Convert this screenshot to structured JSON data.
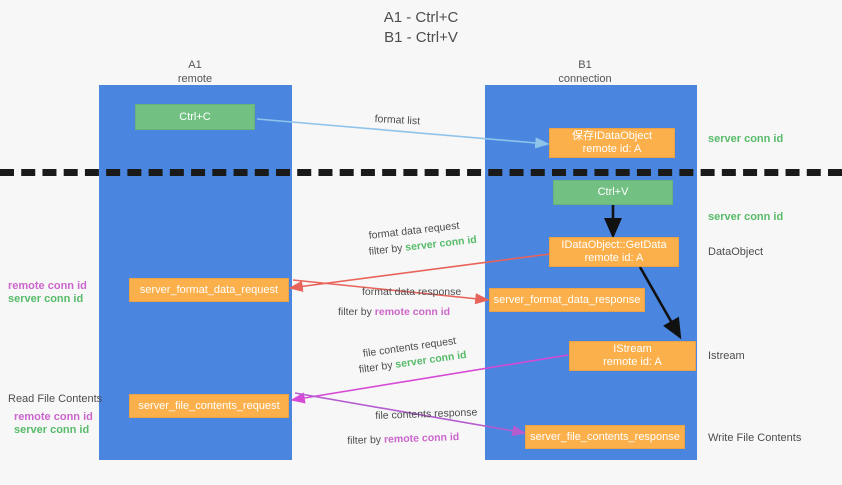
{
  "title": {
    "line1": "A1 - Ctrl+C",
    "line2": "B1 - Ctrl+V"
  },
  "lanes": [
    {
      "id": "a1",
      "name": "A1",
      "sub": "remote",
      "color": "#4a86e0"
    },
    {
      "id": "b1",
      "name": "B1",
      "sub": "connection",
      "color": "#4a86e0"
    }
  ],
  "nodes": {
    "ctrl_c": {
      "label": "Ctrl+C",
      "color": "#72c183"
    },
    "save_idataobject": {
      "line1": "保存IDataObject",
      "line2": "remote id: A",
      "color": "#fbb04c"
    },
    "ctrl_v": {
      "label": "Ctrl+V",
      "color": "#72c183"
    },
    "getdata": {
      "line1": "IDataObject::GetData",
      "line2": "remote id: A",
      "color": "#fbb04c"
    },
    "server_format_data_request": {
      "label": "server_format_data_request",
      "color": "#fbb04c"
    },
    "server_format_data_response": {
      "label": "server_format_data_response",
      "color": "#fbb04c"
    },
    "istream": {
      "line1": "IStream",
      "line2": "remote id: A",
      "color": "#fbb04c"
    },
    "server_file_contents_request": {
      "label": "server_file_contents_request",
      "color": "#fbb04c"
    },
    "server_file_contents_response": {
      "label": "server_file_contents_response",
      "color": "#fbb04c"
    }
  },
  "edges": {
    "format_list": {
      "label": "format list",
      "color": "#8fc4ea"
    },
    "format_data_request": {
      "label": "format data request",
      "filter_prefix": "filter by ",
      "filter_value": "server conn id",
      "color": "#e8635a"
    },
    "format_data_response": {
      "label": "format data response",
      "filter_prefix": "filter by ",
      "filter_value": "remote conn id",
      "color": "#e8635a"
    },
    "file_contents_request": {
      "label": "file contents request",
      "filter_prefix": "filter by ",
      "filter_value": "server conn id",
      "color": "#d64ad6"
    },
    "file_contents_response": {
      "label": "file contents response",
      "filter_prefix": "filter by ",
      "filter_value": "remote conn id",
      "color": "#b45cd0"
    }
  },
  "right_labels": {
    "server_conn_id_1": "server conn id",
    "server_conn_id_2": "server conn id",
    "dataobject": "DataObject",
    "istream": "Istream",
    "write_file_contents": "Write File Contents"
  },
  "left_labels": {
    "remote_conn_id_1": "remote conn id",
    "server_conn_id_1": "server conn id",
    "read_file_contents": "Read File Contents",
    "remote_conn_id_2": "remote conn id",
    "server_conn_id_2": "server conn id"
  },
  "colors": {
    "lane": "#4a86e0",
    "green": "#72c183",
    "orange": "#fbb04c",
    "server": "#57bb6a",
    "remote": "#cc66cc",
    "red_arrow": "#e8635a",
    "magenta_arrow": "#d64ad6",
    "purple_arrow": "#b45cd0",
    "blue_arrow": "#8fc4ea",
    "black_arrow": "#111111",
    "background": "#f7f7f7",
    "divider": "#1a1a1a"
  }
}
